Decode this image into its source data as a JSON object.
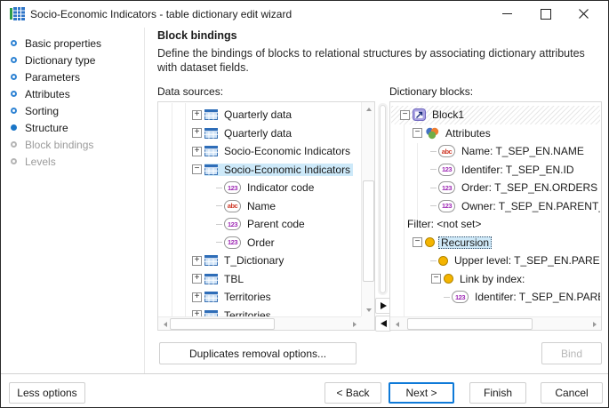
{
  "window": {
    "title": "Socio-Economic Indicators - table dictionary edit wizard"
  },
  "wizard": {
    "steps": [
      {
        "label": "Basic properties",
        "state": "enabled"
      },
      {
        "label": "Dictionary type",
        "state": "enabled"
      },
      {
        "label": "Parameters",
        "state": "enabled"
      },
      {
        "label": "Attributes",
        "state": "enabled"
      },
      {
        "label": "Sorting",
        "state": "enabled"
      },
      {
        "label": "Structure",
        "state": "current"
      },
      {
        "label": "Block bindings",
        "state": "disabled"
      },
      {
        "label": "Levels",
        "state": "disabled"
      }
    ]
  },
  "content": {
    "heading": "Block bindings",
    "description": "Define the bindings of blocks to relational structures by associating dictionary attributes with dataset fields.",
    "data_sources_label": "Data sources:",
    "dictionary_blocks_label": "Dictionary blocks:"
  },
  "data_sources_tree": {
    "items": [
      {
        "label": "Quarterly data",
        "icon": "table",
        "expander": "collapsed",
        "indent": 37
      },
      {
        "label": "Quarterly data",
        "icon": "table",
        "expander": "collapsed",
        "indent": 37
      },
      {
        "label": "Socio-Economic Indicators",
        "icon": "table",
        "expander": "collapsed",
        "indent": 37
      },
      {
        "label": "Socio-Economic Indicators",
        "icon": "table",
        "expander": "expanded",
        "indent": 37,
        "selected": true
      },
      {
        "label": "Indicator code",
        "icon": "numeric-123",
        "indent": 64,
        "dash": true
      },
      {
        "label": "Name",
        "icon": "text-abc",
        "indent": 64,
        "dash": true
      },
      {
        "label": "Parent code",
        "icon": "numeric-123",
        "indent": 64,
        "dash": true
      },
      {
        "label": "Order",
        "icon": "numeric-123",
        "indent": 64,
        "dash": true
      },
      {
        "label": "T_Dictionary",
        "icon": "table",
        "expander": "collapsed",
        "indent": 37
      },
      {
        "label": "TBL",
        "icon": "table",
        "expander": "collapsed",
        "indent": 37
      },
      {
        "label": "Territories",
        "icon": "table",
        "expander": "collapsed",
        "indent": 37
      },
      {
        "label": "Territories",
        "icon": "table",
        "expander": "collapsed",
        "indent": 37
      }
    ]
  },
  "dictionary_blocks_tree": {
    "items": [
      {
        "label": "Block1",
        "icon": "block",
        "expander": "expanded",
        "indent": 10,
        "hatched": true
      },
      {
        "label": "Attributes",
        "icon": "venn",
        "expander": "expanded",
        "indent": 24
      },
      {
        "label": "Name: T_SEP_EN.NAME",
        "icon": "text-abc",
        "indent": 44,
        "dash": true
      },
      {
        "label": "Identifer: T_SEP_EN.ID",
        "icon": "numeric-123",
        "indent": 44,
        "dash": true
      },
      {
        "label": "Order: T_SEP_EN.ORDERS",
        "icon": "numeric-123",
        "indent": 44,
        "dash": true
      },
      {
        "label": "Owner: T_SEP_EN.PARENT_ID",
        "icon": "numeric-123",
        "indent": 44,
        "dash": true
      },
      {
        "label": "Filter: <not set>",
        "icon": "none",
        "indent": 15
      },
      {
        "label": "Recursion",
        "icon": "yellow-circle",
        "expander": "expanded",
        "indent": 24,
        "selected": true,
        "focus": true
      },
      {
        "label": "Upper level: T_SEP_EN.PARENT_ID",
        "icon": "yellow-circle",
        "indent": 44,
        "dash": true
      },
      {
        "label": "Link by index:",
        "icon": "yellow-circle",
        "expander": "expanded",
        "indent": 45
      },
      {
        "label": "Identifer: T_SEP_EN.PARENT_ID",
        "icon": "numeric-123",
        "indent": 59,
        "dash": true
      }
    ]
  },
  "buttons": {
    "duplicates": "Duplicates removal options...",
    "bind": "Bind",
    "less_options": "Less options",
    "back": "< Back",
    "next": "Next >",
    "finish": "Finish",
    "cancel": "Cancel"
  },
  "colors": {
    "accent_blue": "#0f7ad8",
    "selection_blue": "#cde9f9",
    "step_bullet_blue": "#1b76c7",
    "recursion_yellow": "#f4b400",
    "numeric_badge_purple": "#9f2bb5",
    "text_badge_red": "#cf3b2a",
    "disabled_text": "#9b9b9b"
  }
}
